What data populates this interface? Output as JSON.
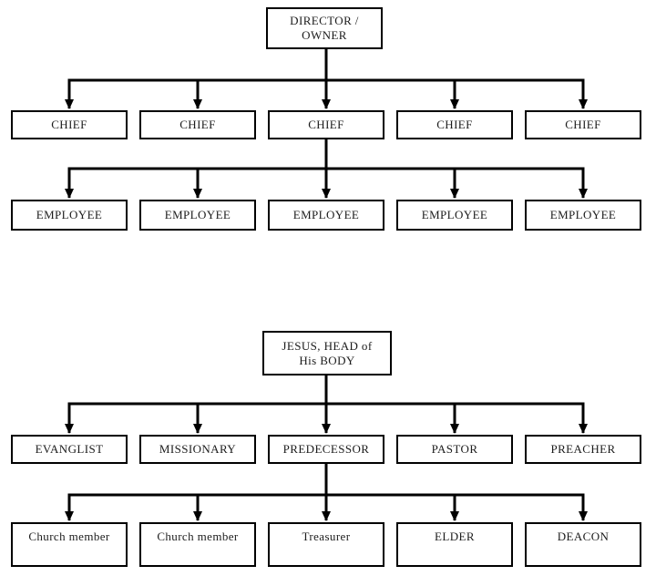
{
  "colors": {
    "line": "#000000",
    "text": "#1c1c1c",
    "background": "#ffffff"
  },
  "charts": [
    {
      "name": "business-org-chart",
      "root": {
        "line1": "DIRECTOR /",
        "line2": "OWNER"
      },
      "level1": [
        "CHIEF",
        "CHIEF",
        "CHIEF",
        "CHIEF",
        "CHIEF"
      ],
      "level2": [
        "EMPLOYEE",
        "EMPLOYEE",
        "EMPLOYEE",
        "EMPLOYEE",
        "EMPLOYEE"
      ]
    },
    {
      "name": "church-org-chart",
      "root": {
        "line1": "JESUS, HEAD of",
        "line2": "His BODY"
      },
      "level1": [
        "EVANGLIST",
        "MISSIONARY",
        "PREDECESSOR",
        "PASTOR",
        "PREACHER"
      ],
      "level2": [
        "Church member",
        "Church member",
        "Treasurer",
        "ELDER",
        "DEACON"
      ]
    }
  ]
}
